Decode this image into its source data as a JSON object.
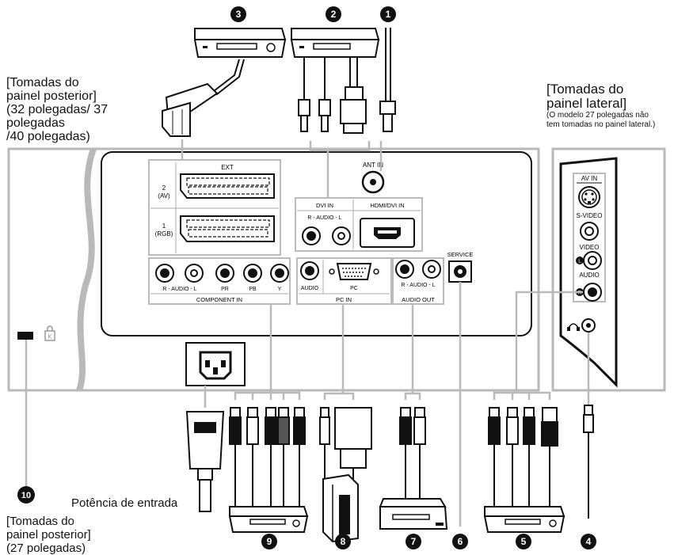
{
  "captions": {
    "rear_panel": {
      "title_lines": [
        "[Tomadas do",
        "painel posterior]"
      ],
      "sizes_lines": [
        "(32 polegadas/ 37 polegadas",
        "/40 polegadas)"
      ]
    },
    "side_panel": {
      "title_lines": [
        "[Tomadas do",
        "painel lateral]"
      ],
      "note_lines": [
        "(O modelo 27 polegadas não",
        "tem tomadas no painel lateral.)"
      ]
    },
    "rear_panel_27": {
      "title_lines": [
        "[Tomadas do",
        "painel posterior]",
        "(27 polegadas)"
      ]
    },
    "power_input": "Potência de entrada"
  },
  "rear_panel_labels": {
    "ext": "EXT",
    "scart2_lines": [
      "2",
      "(AV)"
    ],
    "scart1_lines": [
      "1",
      "(RGB)"
    ],
    "ant_in": "ANT IN",
    "dvi_in": "DVI IN",
    "dvi_audio": "R - AUDIO - L",
    "hdmi_dvi_in": "HDMI/DVI IN",
    "component_audio": "R - AUDIO - L",
    "component_pr": "PR",
    "component_pb": "PB",
    "component_y": "Y",
    "component_in": "COMPONENT IN",
    "pc_audio": "AUDIO",
    "pc": "PC",
    "pc_in": "PC IN",
    "audio_out_rl": "R - AUDIO - L",
    "audio_out": "AUDIO OUT",
    "service": "SERVICE"
  },
  "side_panel_labels": {
    "av_in": "AV IN",
    "s_video": "S-VIDEO",
    "video": "VIDEO",
    "audio": "AUDIO",
    "audio_l": "L",
    "audio_r": "R"
  },
  "callouts": [
    "1",
    "2",
    "3",
    "4",
    "5",
    "6",
    "7",
    "8",
    "9",
    "10"
  ],
  "icons": [
    "kensington-lock-icon",
    "headphone-icon",
    "vcr-device-icon",
    "dvd-device-icon",
    "set-top-box-icon",
    "camcorder-icon",
    "computer-tower-icon",
    "scart-plug-icon",
    "power-plug-icon"
  ]
}
